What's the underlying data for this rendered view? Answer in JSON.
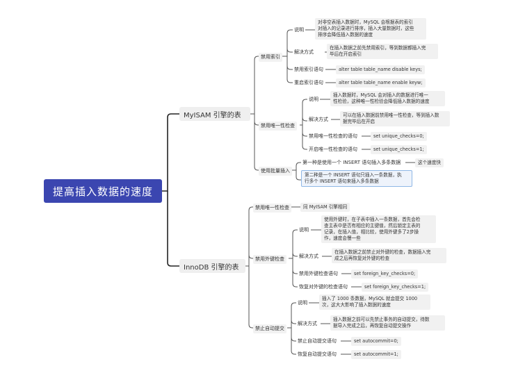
{
  "root": "提高插入数据的速度",
  "myisam": {
    "title": "MyISAM 引擎的表",
    "disable_index": {
      "label": "禁用索引",
      "items": [
        {
          "label": "说明",
          "text": "对非空表插入数据时，MySQL 会根据表的索引\n对插入的记录进行排序，插入大量数据时，这些\n排序会降低插入数据的速度"
        },
        {
          "label": "解决方式",
          "text": "在插入数据之前先禁用索引，等到数据都插入完\n毕后在开启索引"
        },
        {
          "label": "禁用索引语句",
          "text": "alter table table_name disable keys;"
        },
        {
          "label": "重启索引语句",
          "text": "alter table table_name enable keyw;"
        }
      ]
    },
    "disable_unique": {
      "label": "禁用唯一性检查",
      "items": [
        {
          "label": "说明",
          "text": "插入数据时，MySQL 会对插入的数据进行唯一\n性检验，这种唯一性检验会降低插入数据的速度"
        },
        {
          "label": "解决方式",
          "text": "可以在插入数据前禁用唯一性检查，等到插入数\n据完毕后在开启"
        },
        {
          "label": "禁用唯一性检查的语句",
          "text": "set unique_checks=0;"
        },
        {
          "label": "开启唯一性检查的语句",
          "text": "set unique_checks=1;"
        }
      ]
    },
    "batch_insert": {
      "label": "使用批量插入",
      "item1": "第一种是使用一个 INSERT 语句插入多条数据",
      "item1_note": "这个速度快",
      "item2": "第二种是一个 INSERT 语句只插入一条数据，执\n行多个 INSERT 语句来插入多条数据"
    }
  },
  "innodb": {
    "title": "InnoDB 引擎的表",
    "disable_unique": {
      "label": "禁用唯一性检查",
      "text": "同 MyISAM 引擎相同"
    },
    "disable_fk": {
      "label": "禁用外键检查",
      "items": [
        {
          "label": "说明",
          "text": "使用外键时，在子表中插入一条数据，首先会检\n查主表中是否有相应的主键值，然后锁定主表的\n记录，在插入值，相比较，使用外键多了2步操\n作，速度会慢一些"
        },
        {
          "label": "解决方式",
          "text": "在插入数据之前禁止对外键的检查，数据插入完\n成之后再恢复对外键的检查"
        },
        {
          "label": "禁用外键检查语句",
          "text": "set foreign_key_checks=0;"
        },
        {
          "label": "恢复对外键的检查语句",
          "text": "set foreign_key_checks=1;"
        }
      ]
    },
    "disable_autocommit": {
      "label": "禁止自动提交",
      "items": [
        {
          "label": "说明",
          "text": "插入了 1000 条数据，MySQL 就会提交 1000\n次，这大大影响了插入数据的速度"
        },
        {
          "label": "解决方式",
          "text": "插入数据之前可以先禁止事务的自动提交，待数\n据导入完成之后，再恢复自动提交操作"
        },
        {
          "label": "禁止自动提交语句",
          "text": "set autocommit=0;"
        },
        {
          "label": "恢复自动提交语句",
          "text": "set autocommit=1;"
        }
      ]
    }
  }
}
